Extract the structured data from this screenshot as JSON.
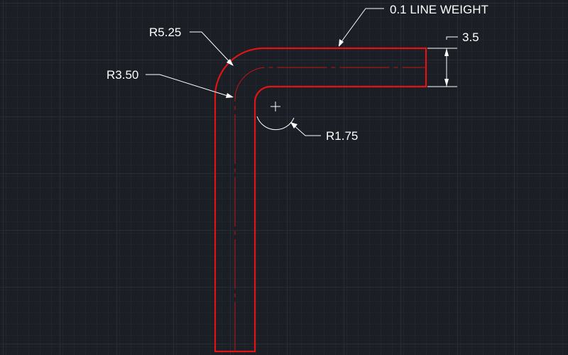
{
  "drawing": {
    "background_color": "#1b1e24",
    "grid_minor_color": "#262a32",
    "grid_major_color": "#333842",
    "outline_color": "#e01414",
    "centerline_color": "#c41414",
    "dimension_color": "#ffffff"
  },
  "annotations": {
    "line_weight_label": "0.1 LINE WEIGHT",
    "outer_radius_label": "R5.25",
    "center_radius_label": "R3.50",
    "inner_radius_label": "R1.75",
    "thickness_label": "3.5"
  }
}
